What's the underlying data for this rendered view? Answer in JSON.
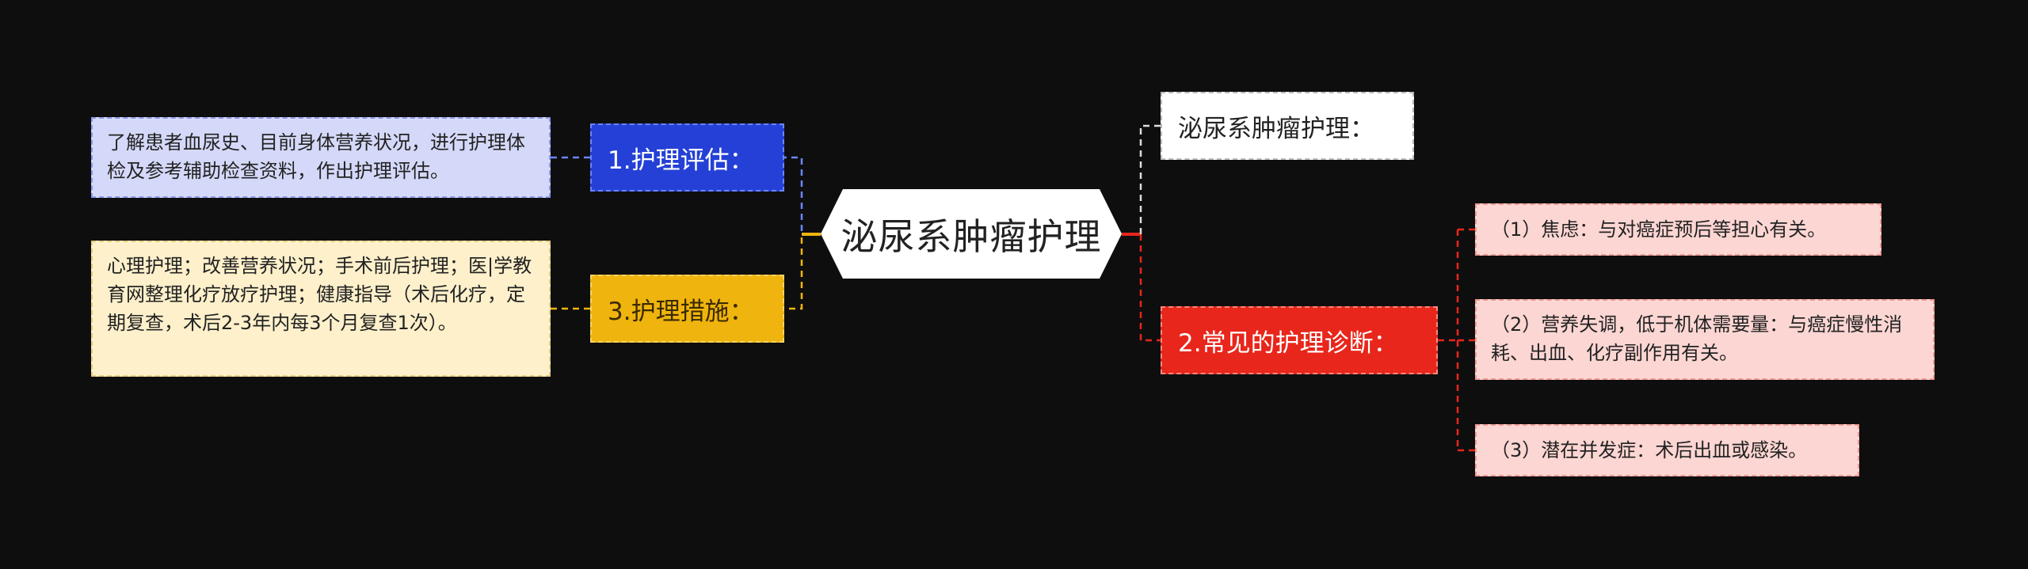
{
  "root": {
    "label": "泌尿系肿瘤护理"
  },
  "left": {
    "assessment": {
      "label": "1.护理评估：",
      "detail": "了解患者血尿史、目前身体营养状况，进行护理体检及参考辅助检查资料，作出护理评估。"
    },
    "measures": {
      "label": "3.护理措施：",
      "detail": "心理护理；改善营养状况；手术前后护理；医|学教育网整理化疗放疗护理；健康指导（术后化疗，定期复查，术后2-3年内每3个月复查1次）。"
    }
  },
  "right": {
    "topic": {
      "label": "泌尿系肿瘤护理："
    },
    "diagnosis": {
      "label": "2.常见的护理诊断：",
      "items": [
        "（1）焦虑：与对癌症预后等担心有关。",
        "（2）营养失调，低于机体需要量：与癌症慢性消耗、出血、化疗副作用有关。",
        "（3）潜在并发症：术后出血或感染。"
      ]
    }
  },
  "colors": {
    "background": "#0e0e0f",
    "assessment": "#2540d6",
    "measures": "#efb40d",
    "diagnosis": "#e8261b",
    "topic": "#ffffff",
    "root": "#ffffff"
  }
}
